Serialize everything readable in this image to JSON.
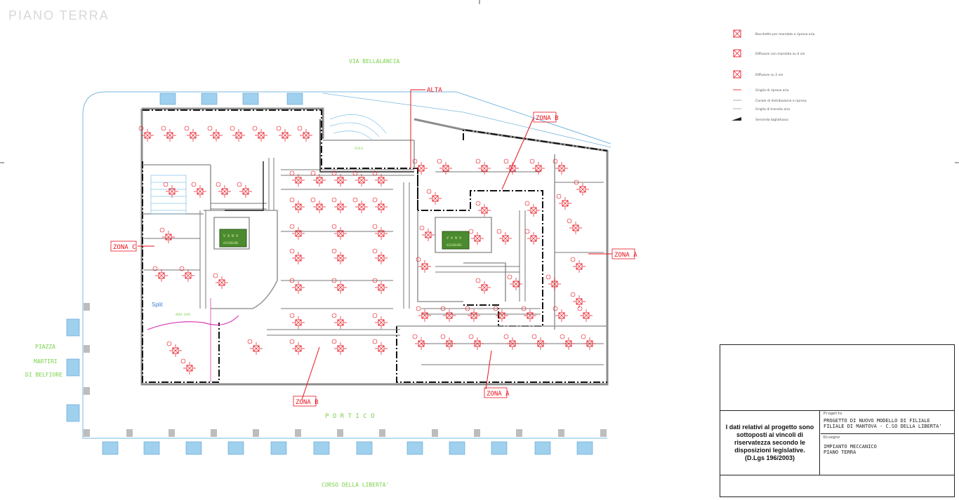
{
  "sheet_title": "PIANO TERRA",
  "streets": {
    "top": "VIA BELLALANCIA",
    "bottom": "CORSO DELLA LIBERTA'",
    "portico": "P O R T I C O",
    "piazza": [
      "PIAZZA",
      "MARTIRI",
      "DI BELFIORE"
    ]
  },
  "zones": {
    "zona_a_right": "ZONA A",
    "zona_a_bottom": "ZONA A",
    "zona_b_top": "ZONA B",
    "zona_b_bottom": "ZONA B",
    "zona_c": "ZONA C",
    "alta": "ALTA"
  },
  "room_labels": {
    "scale": "SCALE",
    "vano_ascensore_1": "V A N O",
    "vano_ascensore_2": "V A N O",
    "ascensore": "ASCENSORE",
    "split": "Split",
    "area_safe": "AREA SAFE"
  },
  "legend": [
    {
      "icon": "grille-icon",
      "text": "Bocchette per mandata e ripresa aria"
    },
    {
      "icon": "diffuser-icon",
      "text": "Diffusore con mandata su 4 vie"
    },
    {
      "icon": "diffuser-2way-icon",
      "text": "Diffusore su 2 vie"
    },
    {
      "icon": "dot-icon",
      "text": "Griglia di ripresa aria"
    },
    {
      "icon": "duct-icon",
      "text": "Canale di distribuzione e ripresa"
    },
    {
      "icon": "dash-icon",
      "text": "Griglia di transito aria"
    },
    {
      "icon": "arrow-icon",
      "text": "Serranda tagliafuoco"
    }
  ],
  "title_block": {
    "confidentiality": "I dati relativi al progetto sono sottoposti ai vincoli di riservatezza secondo le disposizioni legislative. (D.Lgs 196/2003)",
    "progetto_label": "Progetto",
    "progetto_lines": [
      "PROGETTO DI NUOVO MODELLO DI FILIALE",
      "FILIALE DI MANTOVA - C.SO DELLA LIBERTA'"
    ],
    "disegno_label": "Disegno",
    "disegno_lines": [
      "IMPIANTO MECCANICO",
      "PIANO TERRA"
    ]
  },
  "colors": {
    "hvac_red": "#e8141e",
    "wall_gray": "#8c8c8c",
    "window_blue": "#9fd0ee",
    "label_green": "#7ad24a",
    "zone_pink": "#d83ab8",
    "ink": "#222222"
  }
}
